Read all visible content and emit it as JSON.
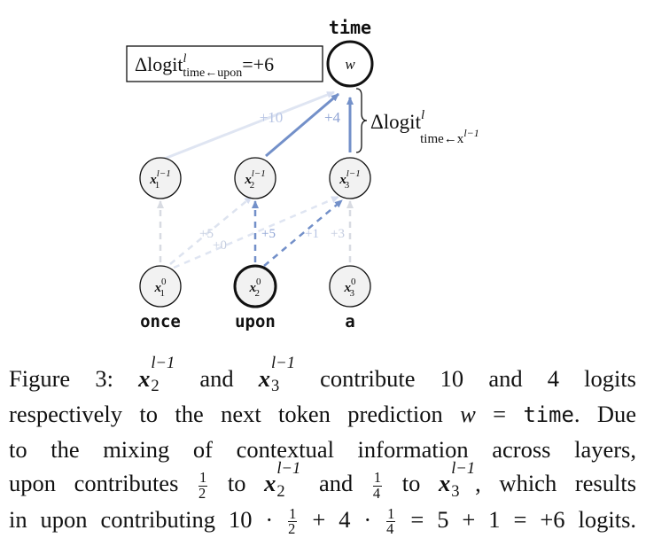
{
  "figure": {
    "output_token": "time",
    "output_node": "w",
    "input_tokens": [
      "once",
      "upon",
      "a"
    ],
    "hidden_nodes": [
      {
        "base": "x",
        "sup": "l−1",
        "sub": "1"
      },
      {
        "base": "x",
        "sup": "l−1",
        "sub": "2"
      },
      {
        "base": "x",
        "sup": "l−1",
        "sub": "3"
      }
    ],
    "input_nodes": [
      {
        "base": "x",
        "sup": "0",
        "sub": "1"
      },
      {
        "base": "x",
        "sup": "0",
        "sub": "2"
      },
      {
        "base": "x",
        "sup": "0",
        "sub": "3"
      }
    ],
    "box_label": {
      "prefix": "Δlogit",
      "sup": "l",
      "sub": "time←upon",
      "suffix": "=+6"
    },
    "brace_label": {
      "prefix": "Δlogit",
      "sup": "l",
      "sub": "time←x",
      "sub_sup": "l−1"
    },
    "top_edge_labels": [
      "+10",
      "+4"
    ],
    "bottom_edge_labels": [
      "+5",
      "+0",
      "+5",
      "+1",
      "+3"
    ]
  },
  "caption": {
    "l1_a": "Figure 3:",
    "l1_and": "and",
    "l1_b": "contribute 10 and 4 logits",
    "l2_a": "respectively to the next token prediction",
    "l2_w": "w",
    "l2_eq": "=",
    "l2_time": "time",
    "l2_b": ". Due",
    "l3": "to the mixing of contextual information across layers,",
    "l4_a": "upon contributes",
    "l4_to1": "to",
    "l4_and": "and",
    "l4_to2": "to",
    "l4_b": ", which results",
    "l5_a": "in upon contributing",
    "l5_b": "10 ·",
    "l5_c": "+ 4 ·",
    "l5_d": "= 5 + 1 = +6 logits.",
    "x_base": "x",
    "x_sup": "l−1",
    "sub2": "2",
    "sub3": "3",
    "frac_num": "1",
    "frac_den2": "2",
    "frac_den4": "4"
  }
}
